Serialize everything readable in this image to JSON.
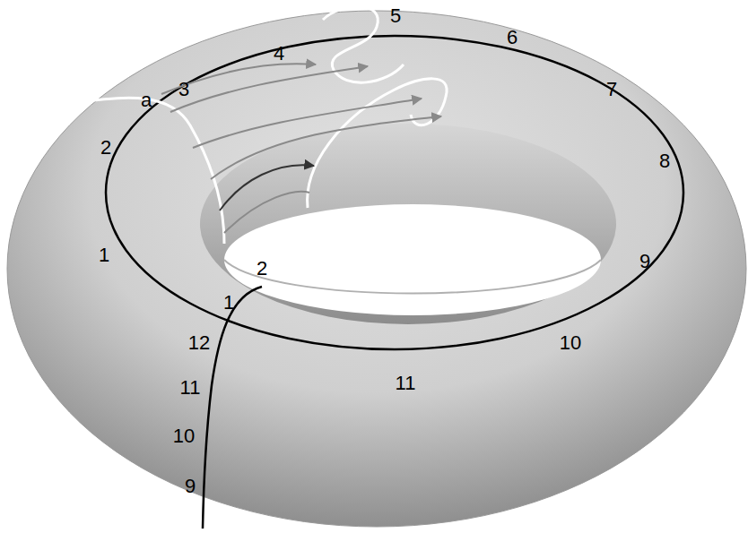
{
  "diagram": {
    "labels": [
      "5",
      "4",
      "6",
      "3",
      "a",
      "7",
      "2",
      "8",
      "1",
      "9",
      "2",
      "1",
      "12",
      "10",
      "11",
      "11",
      "10",
      "9"
    ]
  }
}
